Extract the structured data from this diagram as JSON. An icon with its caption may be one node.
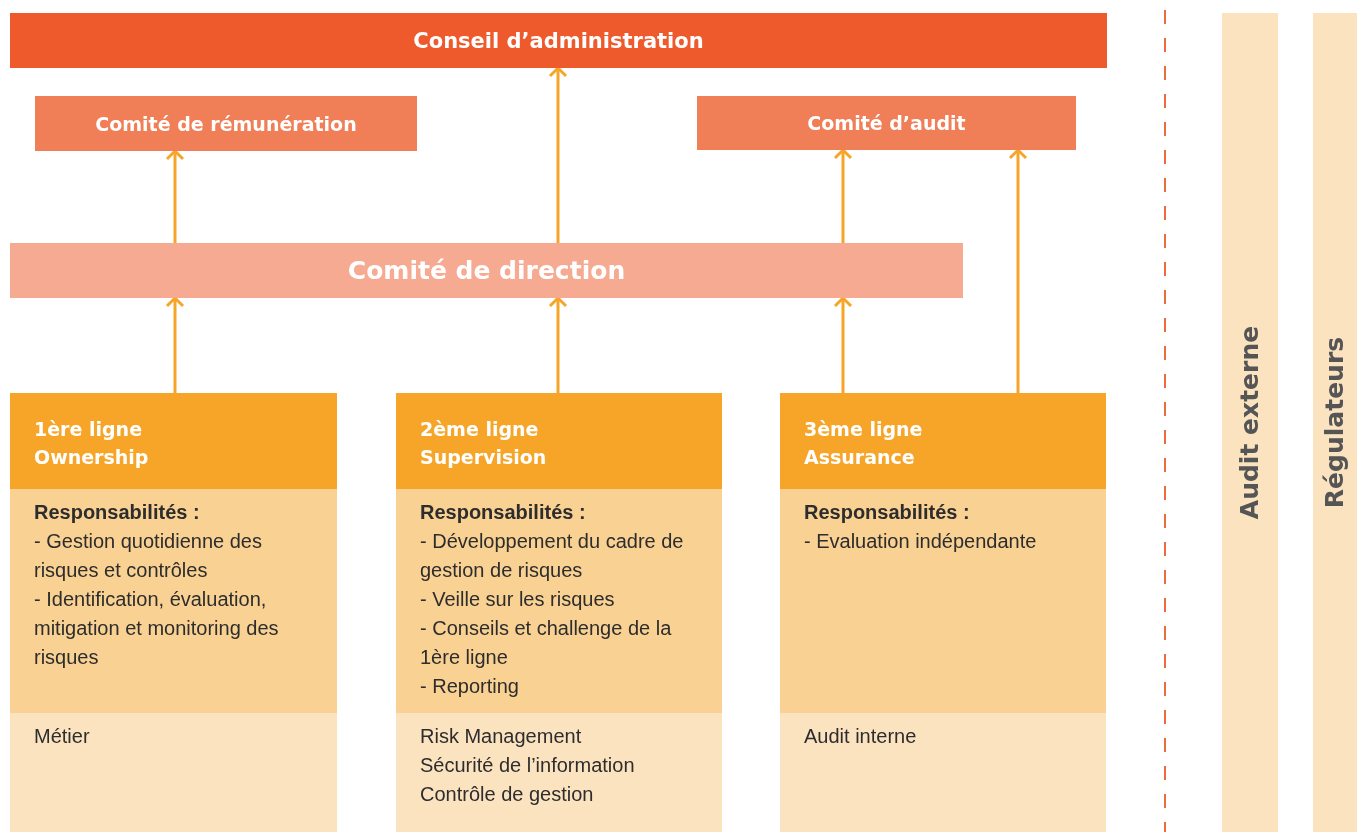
{
  "diagram": {
    "nodes": [
      {
        "text": [
          "Conseil d’administration"
        ]
      },
      {
        "text": [
          "Comité de rémunération"
        ]
      },
      {
        "text": [
          "Comité d’audit"
        ]
      },
      {
        "text": [
          "Comité de direction"
        ]
      },
      {
        "text": [
          "1ère ligne",
          "Ownership"
        ]
      },
      {
        "text": [
          "Responsabilités :",
          "- Gestion quotidienne des risques et contrôles",
          "- Identification, évaluation, mitigation et monitoring des risques"
        ]
      },
      {
        "text": [
          "Métier"
        ]
      },
      {
        "text": [
          "2ème ligne",
          "Supervision"
        ]
      },
      {
        "text": [
          "Responsabilités :",
          "- Développement du cadre de gestion de risques",
          "- Veille sur les risques",
          "- Conseils et challenge de la 1ère ligne",
          "- Reporting"
        ]
      },
      {
        "text": [
          "Risk Management",
          "Sécurité de l’information",
          "Contrôle de gestion"
        ]
      },
      {
        "text": [
          "3ème ligne",
          "Assurance"
        ]
      },
      {
        "text": [
          "Responsabilités :",
          "- Evaluation indépendante"
        ]
      },
      {
        "text": [
          "Audit interne"
        ]
      },
      {
        "text": [
          "Audit externe"
        ]
      },
      {
        "text": [
          "Régulateurs"
        ]
      }
    ],
    "edges": [
      {
        "from": 3,
        "to": 1,
        "arrow": "to"
      },
      {
        "from": 3,
        "to": 0,
        "arrow": "to"
      },
      {
        "from": 3,
        "to": 2,
        "arrow": "to"
      },
      {
        "from": 10,
        "to": 2,
        "arrow": "to"
      },
      {
        "from": 4,
        "to": 3,
        "arrow": "to"
      },
      {
        "from": 7,
        "to": 3,
        "arrow": "to"
      },
      {
        "from": 10,
        "to": 3,
        "arrow": "to"
      }
    ]
  }
}
